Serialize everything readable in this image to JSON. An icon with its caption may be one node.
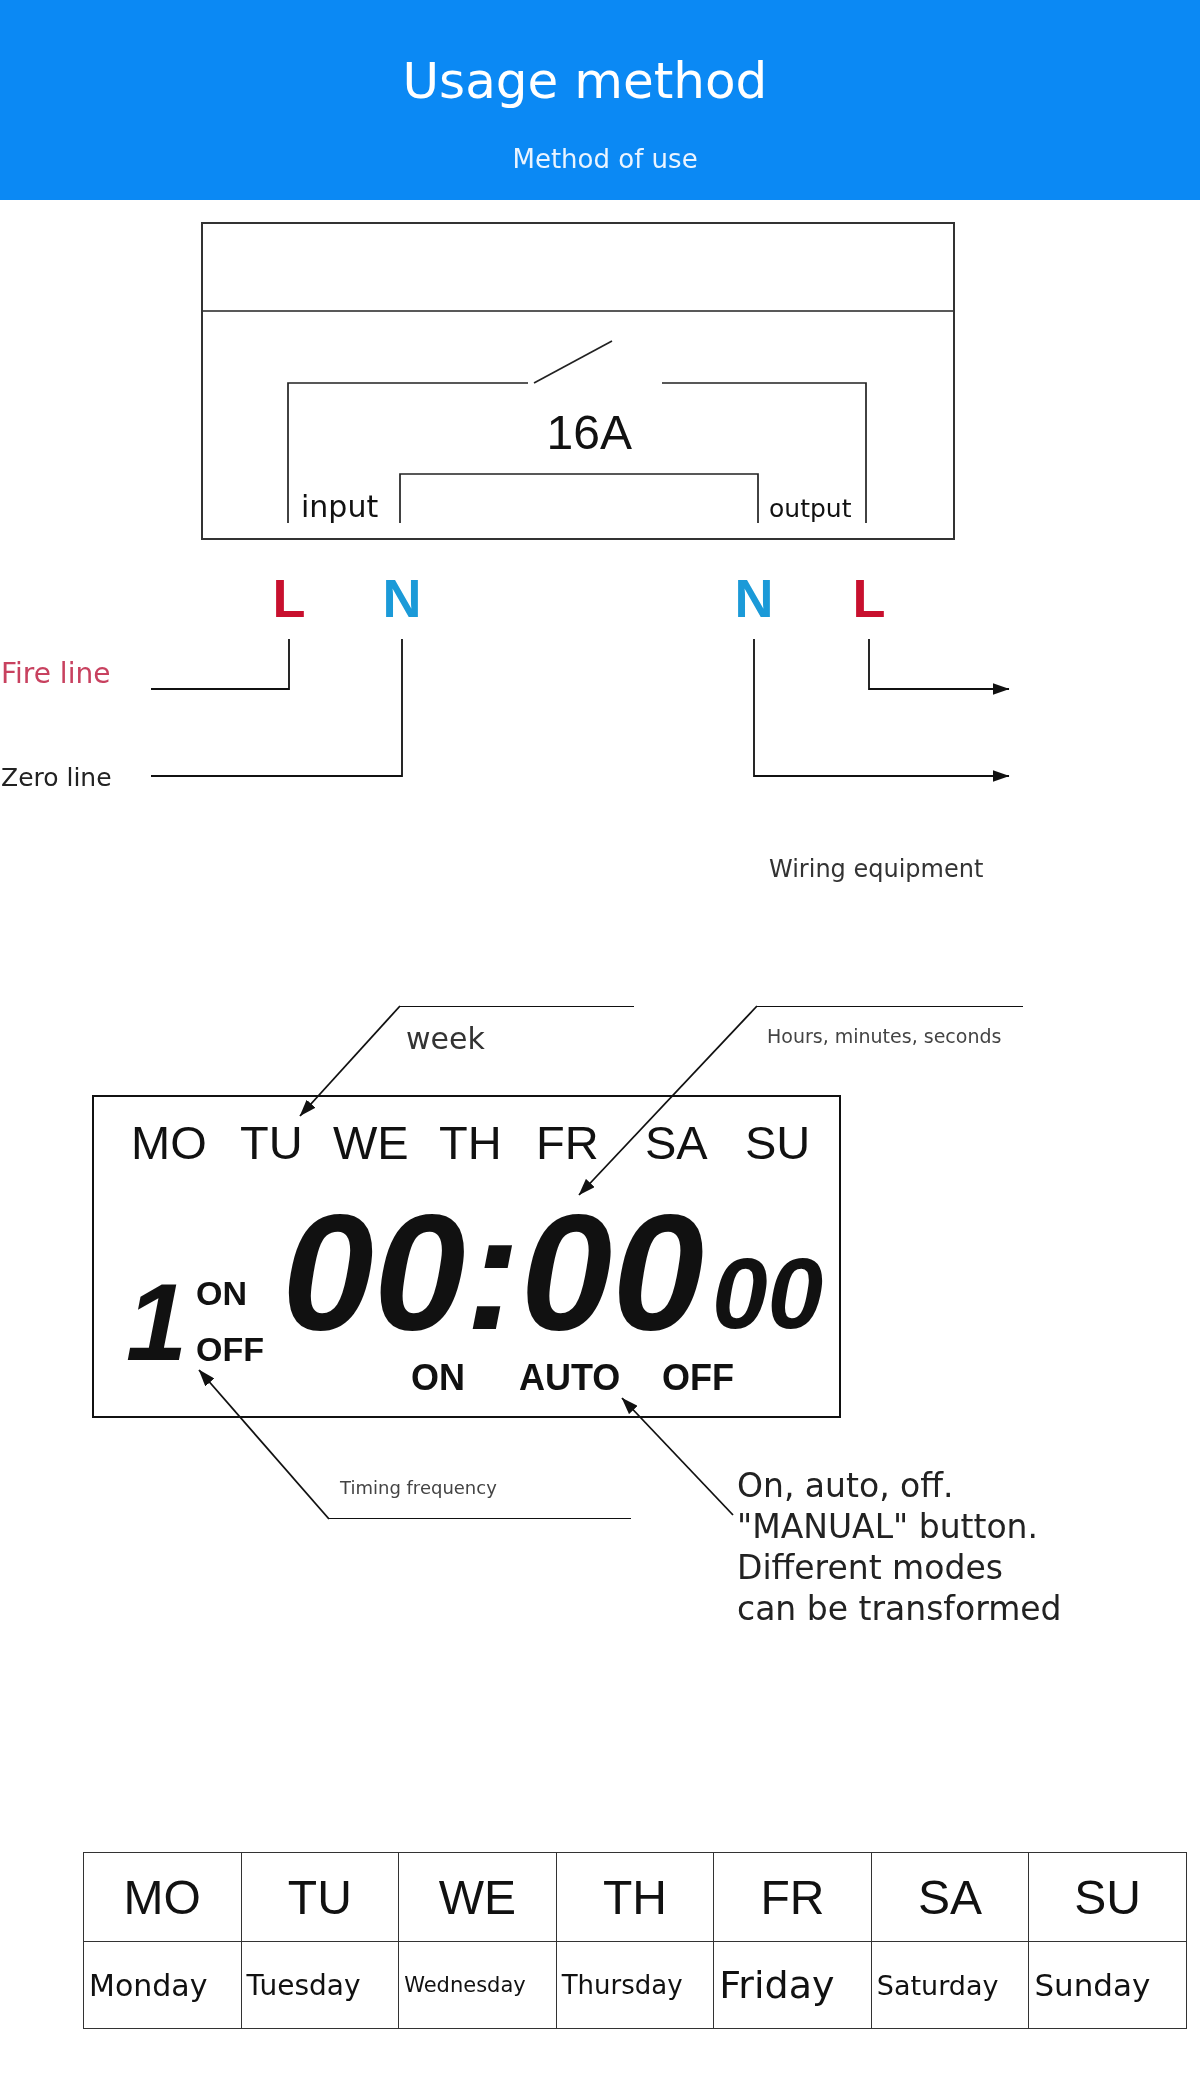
{
  "diagram": {
    "title": "Usage method",
    "nodes": [
      {
        "text": [
          "16A",
          "input",
          "output"
        ]
      },
      {
        "text": [
          "L"
        ]
      },
      {
        "text": [
          "N"
        ]
      },
      {
        "text": [
          "N"
        ]
      },
      {
        "text": [
          "L"
        ]
      },
      {
        "text": [
          "Fire line"
        ]
      },
      {
        "text": [
          "Zero line"
        ]
      },
      {
        "text": [
          "week"
        ]
      },
      {
        "text": [
          "Hours, minutes, seconds"
        ]
      },
      {
        "text": [],
        "shape": "box"
      },
      {
        "text": [
          "MO",
          "TU",
          "WE",
          "TH",
          "FR",
          "SA",
          "SU"
        ],
        "in": 9
      },
      {
        "text": [
          "00:00",
          "00"
        ],
        "in": 9
      },
      {
        "text": [
          "1",
          "ON",
          "OFF"
        ],
        "in": 9
      },
      {
        "text": [
          "ON",
          "AUTO",
          "OFF"
        ],
        "in": 9
      },
      {
        "text": [
          "Timing frequency"
        ]
      },
      {
        "text": [
          "On, auto, off. \"MANUAL\" button. Different modes can be transformed"
        ]
      }
    ],
    "edges": [
      {
        "from": 5,
        "to": 1,
        "arrow": "none"
      },
      {
        "from": 6,
        "to": 2,
        "arrow": "none"
      },
      {
        "from": 3,
        "to": null,
        "arrow": "to"
      },
      {
        "from": 4,
        "to": null,
        "arrow": "to"
      },
      {
        "from": 7,
        "to": 10,
        "arrow": "to"
      },
      {
        "from": 8,
        "to": 11,
        "arrow": "to"
      },
      {
        "from": 14,
        "to": 12,
        "arrow": "to"
      },
      {
        "from": 15,
        "to": 13,
        "arrow": "to"
      }
    ],
    "labels": [
      "Method of use",
      "Wiring equipment",
      "MO",
      "TU",
      "WE",
      "TH",
      "FR",
      "SA",
      "SU",
      "Monday",
      "Tuesday",
      "Wednesday",
      "Thursday",
      "Friday",
      "Saturday",
      "Sunday"
    ]
  }
}
